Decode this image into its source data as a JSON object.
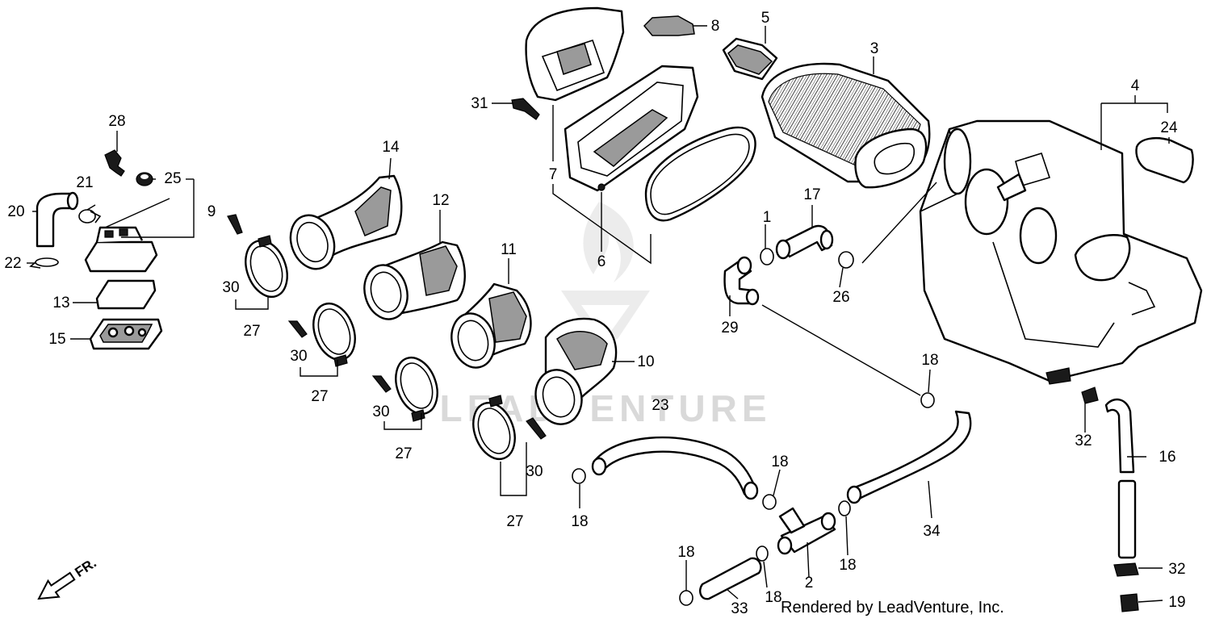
{
  "diagram": {
    "callouts": [
      {
        "id": "c1",
        "label": "1"
      },
      {
        "id": "c2",
        "label": "2"
      },
      {
        "id": "c3",
        "label": "3"
      },
      {
        "id": "c4",
        "label": "4"
      },
      {
        "id": "c5",
        "label": "5"
      },
      {
        "id": "c6",
        "label": "6"
      },
      {
        "id": "c7",
        "label": "7"
      },
      {
        "id": "c8",
        "label": "8"
      },
      {
        "id": "c9",
        "label": "9"
      },
      {
        "id": "c10",
        "label": "10"
      },
      {
        "id": "c11",
        "label": "11"
      },
      {
        "id": "c12",
        "label": "12"
      },
      {
        "id": "c13",
        "label": "13"
      },
      {
        "id": "c14",
        "label": "14"
      },
      {
        "id": "c15",
        "label": "15"
      },
      {
        "id": "c16",
        "label": "16"
      },
      {
        "id": "c17",
        "label": "17"
      },
      {
        "id": "c18a",
        "label": "18"
      },
      {
        "id": "c18b",
        "label": "18"
      },
      {
        "id": "c18c",
        "label": "18"
      },
      {
        "id": "c18d",
        "label": "18"
      },
      {
        "id": "c18e",
        "label": "18"
      },
      {
        "id": "c18f",
        "label": "18"
      },
      {
        "id": "c19",
        "label": "19"
      },
      {
        "id": "c20",
        "label": "20"
      },
      {
        "id": "c21",
        "label": "21"
      },
      {
        "id": "c22",
        "label": "22"
      },
      {
        "id": "c23",
        "label": "23"
      },
      {
        "id": "c24",
        "label": "24"
      },
      {
        "id": "c25",
        "label": "25"
      },
      {
        "id": "c26",
        "label": "26"
      },
      {
        "id": "c27a",
        "label": "27"
      },
      {
        "id": "c27b",
        "label": "27"
      },
      {
        "id": "c27c",
        "label": "27"
      },
      {
        "id": "c27d",
        "label": "27"
      },
      {
        "id": "c28",
        "label": "28"
      },
      {
        "id": "c29",
        "label": "29"
      },
      {
        "id": "c30a",
        "label": "30"
      },
      {
        "id": "c30b",
        "label": "30"
      },
      {
        "id": "c30c",
        "label": "30"
      },
      {
        "id": "c30d",
        "label": "30"
      },
      {
        "id": "c31",
        "label": "31"
      },
      {
        "id": "c32a",
        "label": "32"
      },
      {
        "id": "c32b",
        "label": "32"
      },
      {
        "id": "c33",
        "label": "33"
      },
      {
        "id": "c34",
        "label": "34"
      }
    ],
    "front_arrow_label": "FR.",
    "watermark_text": "LEADVENTURE",
    "credit": "Rendered by LeadVenture, Inc."
  }
}
